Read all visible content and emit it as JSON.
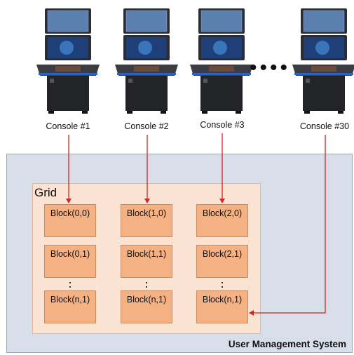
{
  "consoles": [
    {
      "label": "Console #1"
    },
    {
      "label": "Console #2"
    },
    {
      "label": "Console #3"
    },
    {
      "label": "Console #30"
    }
  ],
  "ellipsis": "••••",
  "system_label": "User Management System",
  "grid": {
    "label": "Grid",
    "columns": [
      {
        "rows": [
          "Block(0,0)",
          "Block(0,1)",
          "Block(n,1)"
        ]
      },
      {
        "rows": [
          "Block(1,0)",
          "Block(1,1)",
          "Block(n,1)"
        ]
      },
      {
        "rows": [
          "Block(2,0)",
          "Block(2,1)",
          "Block(n,1)"
        ]
      }
    ]
  },
  "colors": {
    "arrow": "#e02020",
    "system_bg": "#d9dfe8",
    "grid_bg": "#fbe3d4",
    "block_fill": "#f4b183"
  }
}
